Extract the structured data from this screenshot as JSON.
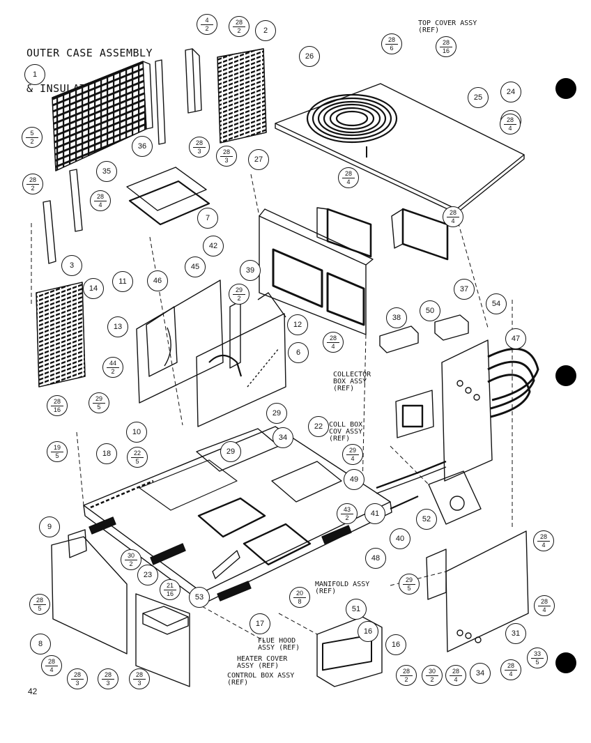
{
  "title_lines": [
    "OUTER CASE ASSEMBLY",
    "& INSULATION"
  ],
  "page_number": "42",
  "ref_labels": [
    {
      "text": "TOP COVER ASSY\n(REF)"
    },
    {
      "text": "COLLECTOR\nBOX ASSY\n(REF)"
    },
    {
      "text": "COLL BOX\nCOV ASSY\n(REF)"
    },
    {
      "text": "MANIFOLD ASSY\n(REF)"
    },
    {
      "text": "FLUE HOOD\nASSY (REF)"
    },
    {
      "text": "HEATER COVER\nASSY (REF)"
    },
    {
      "text": "CONTROL BOX ASSY\n(REF)"
    }
  ],
  "callouts": [
    {
      "label": "1"
    },
    {
      "label": "2"
    },
    {
      "label": "3"
    },
    {
      "label": "6"
    },
    {
      "label": "7"
    },
    {
      "label": "8"
    },
    {
      "label": "9"
    },
    {
      "label": "10"
    },
    {
      "label": "11"
    },
    {
      "label": "12"
    },
    {
      "label": "13"
    },
    {
      "label": "14"
    },
    {
      "label": "16"
    },
    {
      "label": "16"
    },
    {
      "label": "17"
    },
    {
      "label": "18"
    },
    {
      "label": "22"
    },
    {
      "label": "23"
    },
    {
      "label": "24"
    },
    {
      "label": "25"
    },
    {
      "label": "26"
    },
    {
      "label": "27"
    },
    {
      "label": "29"
    },
    {
      "label": "29"
    },
    {
      "label": "31"
    },
    {
      "label": "34"
    },
    {
      "label": "34"
    },
    {
      "label": "35"
    },
    {
      "label": "36"
    },
    {
      "label": "37"
    },
    {
      "label": "38"
    },
    {
      "label": "39"
    },
    {
      "label": "40"
    },
    {
      "label": "41"
    },
    {
      "label": "42"
    },
    {
      "label": "45"
    },
    {
      "label": "46"
    },
    {
      "label": "47"
    },
    {
      "label": "48"
    },
    {
      "label": "49"
    },
    {
      "label": "50"
    },
    {
      "label": "51"
    },
    {
      "label": "52"
    },
    {
      "label": "53"
    },
    {
      "label": "54"
    }
  ],
  "fraction_callouts": [
    {
      "num": "4",
      "den": "2"
    },
    {
      "num": "28",
      "den": "2"
    },
    {
      "num": "28",
      "den": "6"
    },
    {
      "num": "28",
      "den": "16"
    },
    {
      "num": "5",
      "den": "2"
    },
    {
      "num": "28",
      "den": "2"
    },
    {
      "num": "28",
      "den": "4"
    },
    {
      "num": "28",
      "den": "3"
    },
    {
      "num": "28",
      "den": "3"
    },
    {
      "num": "29",
      "den": "4"
    },
    {
      "num": "28",
      "den": "4"
    },
    {
      "num": "28",
      "den": "4"
    },
    {
      "num": "28",
      "den": "4"
    },
    {
      "num": "29",
      "den": "2"
    },
    {
      "num": "44",
      "den": "2"
    },
    {
      "num": "29",
      "den": "5"
    },
    {
      "num": "28",
      "den": "16"
    },
    {
      "num": "22",
      "den": "5"
    },
    {
      "num": "19",
      "den": "5"
    },
    {
      "num": "29",
      "den": "4"
    },
    {
      "num": "43",
      "den": "2"
    },
    {
      "num": "30",
      "den": "2"
    },
    {
      "num": "21",
      "den": "16"
    },
    {
      "num": "20",
      "den": "8"
    },
    {
      "num": "29",
      "den": "5"
    },
    {
      "num": "28",
      "den": "4"
    },
    {
      "num": "28",
      "den": "4"
    },
    {
      "num": "28",
      "den": "5"
    },
    {
      "num": "28",
      "den": "4"
    },
    {
      "num": "28",
      "den": "3"
    },
    {
      "num": "28",
      "den": "3"
    },
    {
      "num": "28",
      "den": "3"
    },
    {
      "num": "28",
      "den": "2"
    },
    {
      "num": "30",
      "den": "2"
    },
    {
      "num": "28",
      "den": "4"
    },
    {
      "num": "28",
      "den": "4"
    },
    {
      "num": "33",
      "den": "5"
    },
    {
      "num": "28",
      "den": "4"
    }
  ]
}
